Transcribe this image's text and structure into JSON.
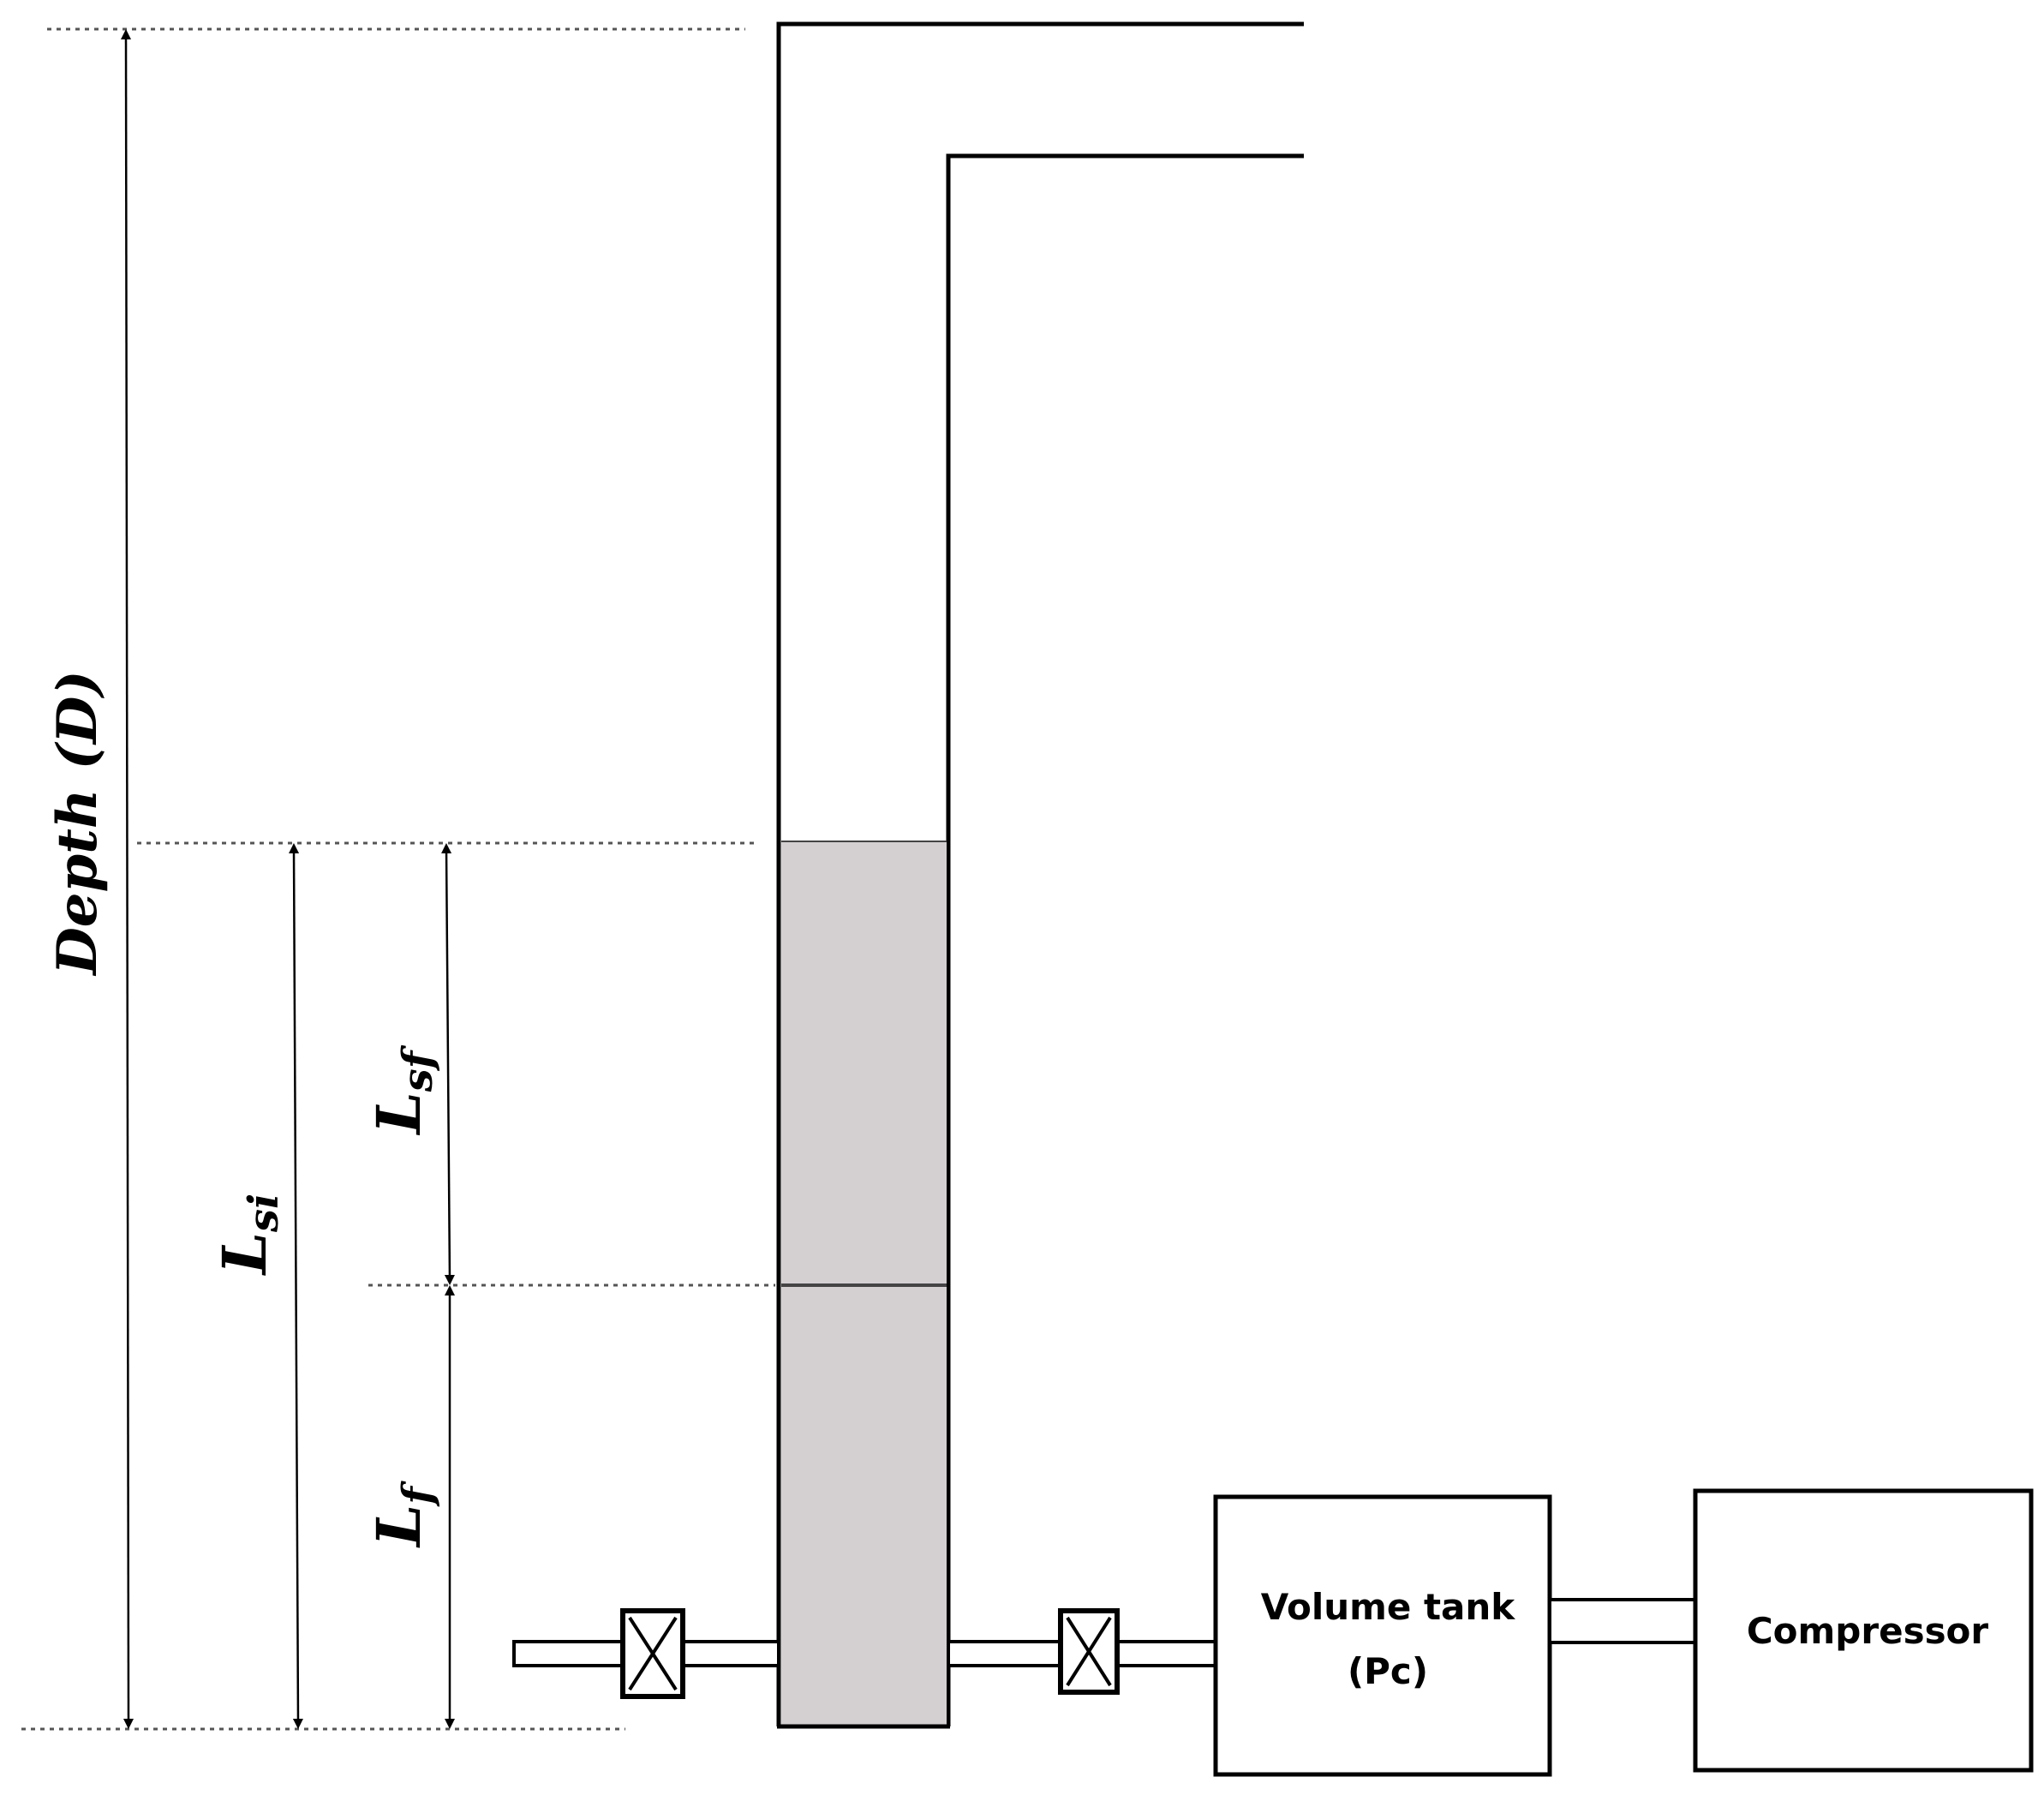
{
  "labels": {
    "depth": "Depth (D)",
    "l_si_main": "L",
    "l_si_sub": "si",
    "l_sf_main": "L",
    "l_sf_sub": "sf",
    "l_f_main": "L",
    "l_f_sub": "f",
    "volume_tank_line1": "Volume tank",
    "volume_tank_line2": "(Pc)",
    "compressor": "Compressor"
  },
  "colors": {
    "line": "#000000",
    "fluid_fill": "#d4d0d2",
    "dotted": "#555555"
  }
}
